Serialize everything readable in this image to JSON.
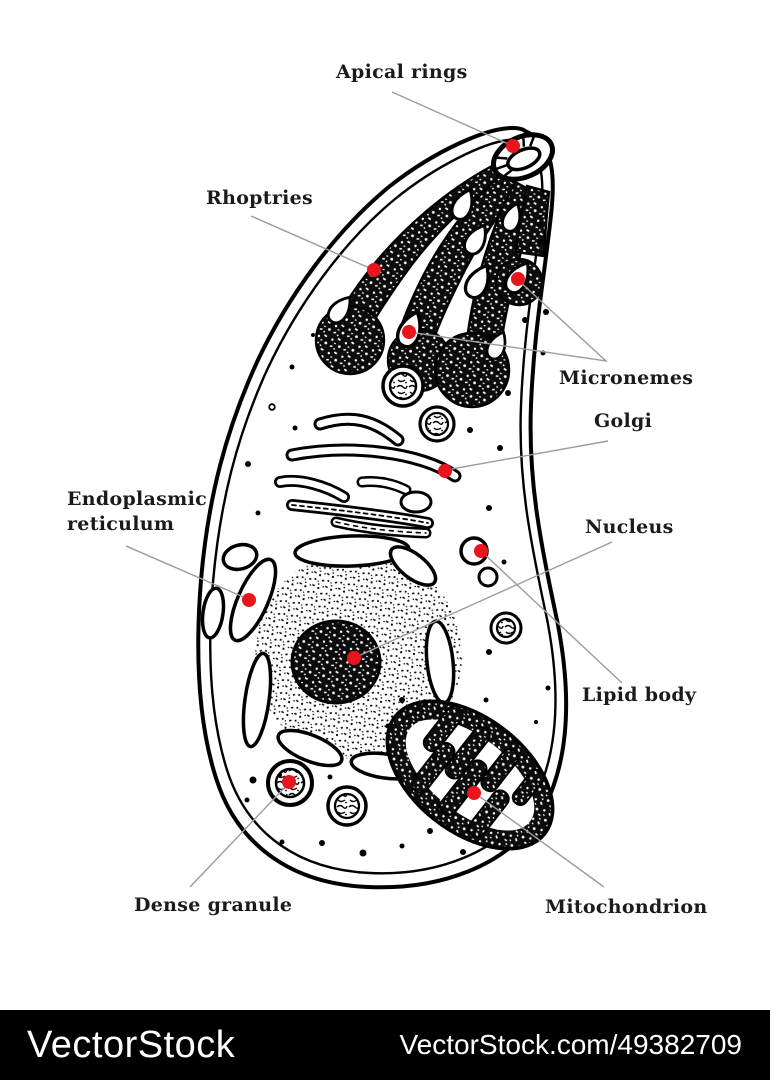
{
  "diagram": {
    "subject": "parasite-cell-anatomy",
    "labels": {
      "apical_rings": "Apical rings",
      "rhoptries": "Rhoptries",
      "micronemes": "Micronemes",
      "golgi": "Golgi",
      "nucleus": "Nucleus",
      "endoplasmic_reticulum": "Endoplasmic reticulum",
      "lipid_body": "Lipid body",
      "dense_granule": "Dense granule",
      "mitochondrion": "Mitochondrion"
    },
    "colors": {
      "marker": "#e8141e",
      "leader": "#9c9c9c",
      "ink": "#000000",
      "label_text": "#1b1b1b"
    }
  },
  "watermark": {
    "brand": "VectorStock",
    "site_ref": "VectorStock.com/49382709",
    "bar_color": "#000000",
    "text_color": "#ffffff"
  }
}
